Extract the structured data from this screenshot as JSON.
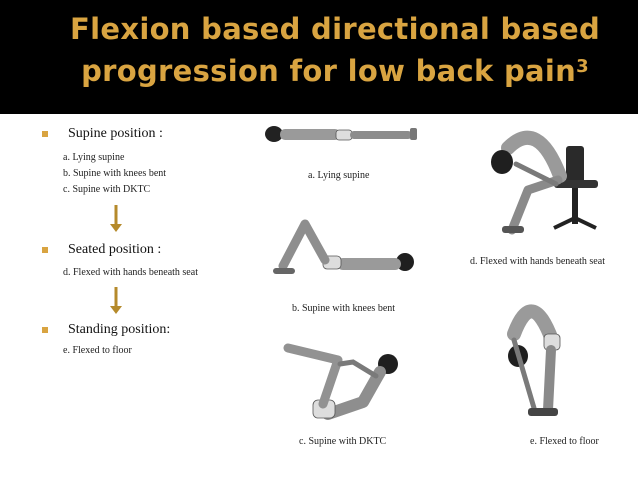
{
  "title": {
    "line1": "Flexion based directional based",
    "line2": "progression for low back pain",
    "superscript": "3"
  },
  "sections": [
    {
      "heading": "Supine position :",
      "items": [
        "a. Lying supine",
        "b. Supine with knees bent",
        "c. Supine with DKTC"
      ]
    },
    {
      "heading": "Seated position :",
      "items": [
        "d. Flexed with hands beneath seat"
      ]
    },
    {
      "heading": "Standing position:",
      "items": [
        "e. Flexed to floor"
      ]
    }
  ],
  "captions": {
    "a": "a. Lying supine",
    "b": "b. Supine with knees bent",
    "c": "c. Supine with DKTC",
    "d": "d. Flexed with hands beneath seat",
    "e": "e. Flexed to floor"
  },
  "colors": {
    "title": "#d9a441",
    "header_bg": "#000000",
    "bullet": "#d9a441",
    "arrow": "#b58a2b"
  }
}
